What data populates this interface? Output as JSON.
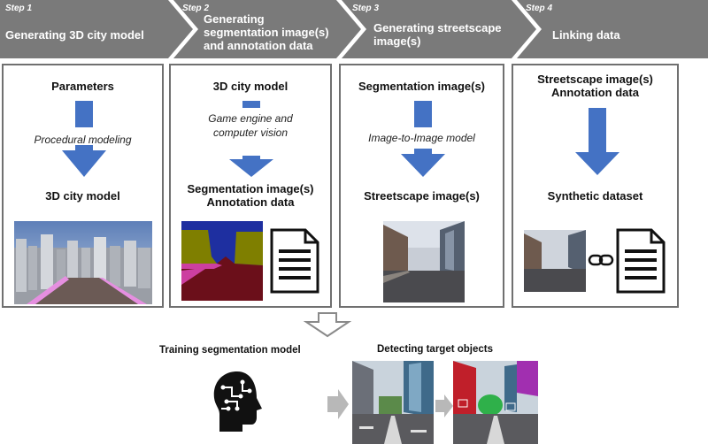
{
  "steps": [
    {
      "tag": "Step 1",
      "title": "Generating 3D city model"
    },
    {
      "tag": "Step 2",
      "title": "Generating segmentation image(s) and annotation data"
    },
    {
      "tag": "Step 3",
      "title": "Generating streetscape image(s)"
    },
    {
      "tag": "Step 4",
      "title": "Linking data"
    }
  ],
  "panels": [
    {
      "input": "Parameters",
      "process": "Procedural modeling",
      "output": "3D city model"
    },
    {
      "input": "3D city model",
      "process": "Game engine and computer vision",
      "output": "Segmentation image(s) Annotation data"
    },
    {
      "input": "Segmentation image(s)",
      "process": "Image-to-Image model",
      "output": "Streetscape image(s)"
    },
    {
      "input": "Streetscape image(s) Annotation data",
      "process": "",
      "output": "Synthetic dataset"
    }
  ],
  "bottom": {
    "training": "Training segmentation model",
    "detecting": "Detecting target objects"
  },
  "icons": {
    "document": "document-icon",
    "link": "link-icon",
    "head": "brain-head-icon"
  },
  "colors": {
    "header_bg": "#7a7a7a",
    "arrow_blue": "#4472c4",
    "panel_border": "#707070"
  }
}
